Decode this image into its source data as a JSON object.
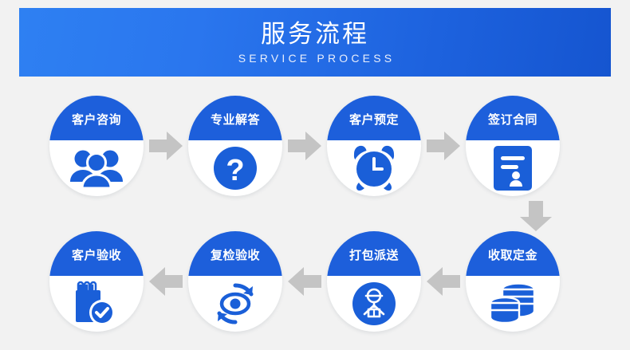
{
  "banner": {
    "title": "服务流程",
    "subtitle": "SERVICE PROCESS",
    "gradient_from": "#2e80f2",
    "gradient_to": "#1555d0"
  },
  "colors": {
    "background": "#f2f2f2",
    "circle_blue": "#1d5fdb",
    "icon_blue": "#1a5fd8",
    "arrow_gray": "#c4c4c4",
    "circle_white": "#ffffff",
    "label_text": "#ffffff"
  },
  "flow": {
    "row_one": [
      {
        "label": "客户咨询",
        "icon": "users-group-icon"
      },
      {
        "label": "专业解答",
        "icon": "question-mark-circle-icon"
      },
      {
        "label": "客户预定",
        "icon": "alarm-clock-icon"
      },
      {
        "label": "签订合同",
        "icon": "contract-document-stamp-icon"
      }
    ],
    "row_two": [
      {
        "label": "客户验收",
        "icon": "notepad-check-icon"
      },
      {
        "label": "复检验收",
        "icon": "eye-refresh-icon"
      },
      {
        "label": "打包派送",
        "icon": "delivery-person-icon"
      },
      {
        "label": "收取定金",
        "icon": "coin-stack-icon"
      }
    ],
    "arrows": {
      "row_one_direction": "right",
      "row_two_direction": "left",
      "connector_direction": "down"
    }
  }
}
